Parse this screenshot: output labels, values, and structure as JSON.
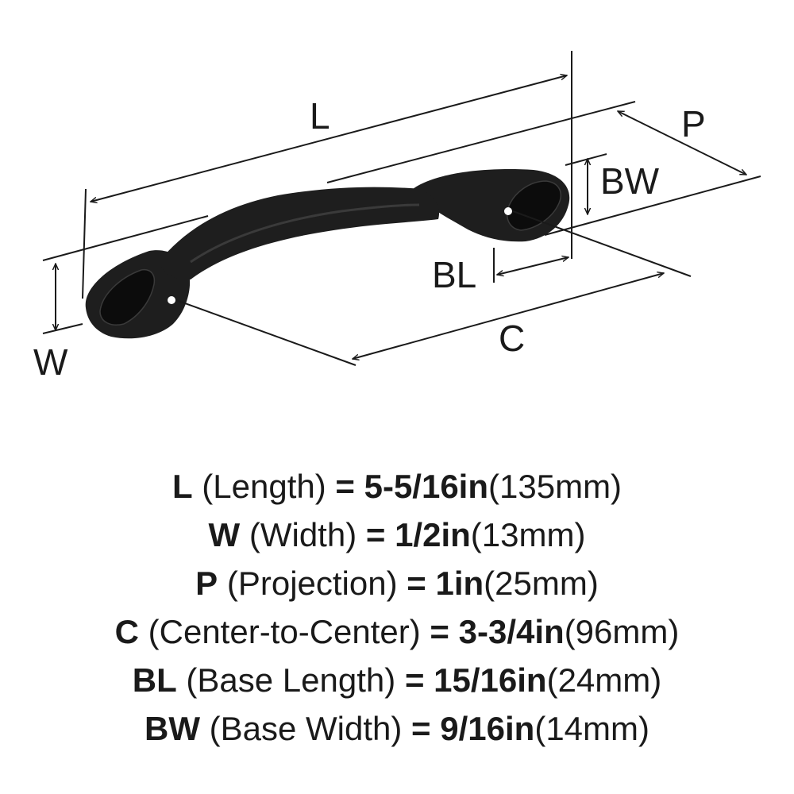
{
  "diagram": {
    "labels": {
      "L": "L",
      "P": "P",
      "BW": "BW",
      "BL": "BL",
      "C": "C",
      "W": "W"
    }
  },
  "specs": [
    {
      "symbol": "L",
      "name": "(Length)",
      "equals": "=",
      "imperial": "5-5/16in",
      "metric": "(135mm)"
    },
    {
      "symbol": "W",
      "name": "(Width)",
      "equals": "=",
      "imperial": "1/2in",
      "metric": "(13mm)"
    },
    {
      "symbol": "P",
      "name": "(Projection)",
      "equals": "=",
      "imperial": "1in",
      "metric": "(25mm)"
    },
    {
      "symbol": "C",
      "name": "(Center-to-Center)",
      "equals": "=",
      "imperial": "3-3/4in",
      "metric": "(96mm)"
    },
    {
      "symbol": "BL",
      "name": "(Base Length)",
      "equals": "=",
      "imperial": "15/16in",
      "metric": "(24mm)"
    },
    {
      "symbol": "BW",
      "name": "(Base Width)",
      "equals": "=",
      "imperial": "9/16in",
      "metric": "(14mm)"
    }
  ],
  "colors": {
    "ink": "#1a1a1a",
    "handle": "#1e1e1e",
    "handle_highlight": "#3a3a3a",
    "background": "#ffffff"
  }
}
